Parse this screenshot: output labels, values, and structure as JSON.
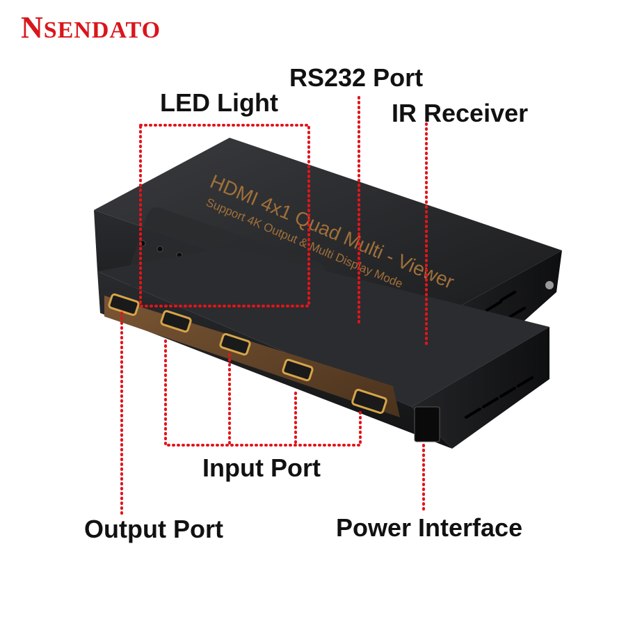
{
  "brand": {
    "initial": "N",
    "rest": "SENDATO"
  },
  "device": {
    "title": "HDMI 4x1 Quad Multi - Viewer",
    "subtitle": "Support 4K Output & Multi Display Mode"
  },
  "callouts": {
    "led_light": "LED Light",
    "rs232_port": "RS232 Port",
    "ir_receiver": "IR Receiver",
    "input_port": "Input Port",
    "output_port": "Output Port",
    "power_interface": "Power Interface"
  },
  "colors": {
    "brand": "#d8161c",
    "callout_line": "#e3141b",
    "device_body": "#1e1f21",
    "port_strip": "#6b4a2c"
  }
}
